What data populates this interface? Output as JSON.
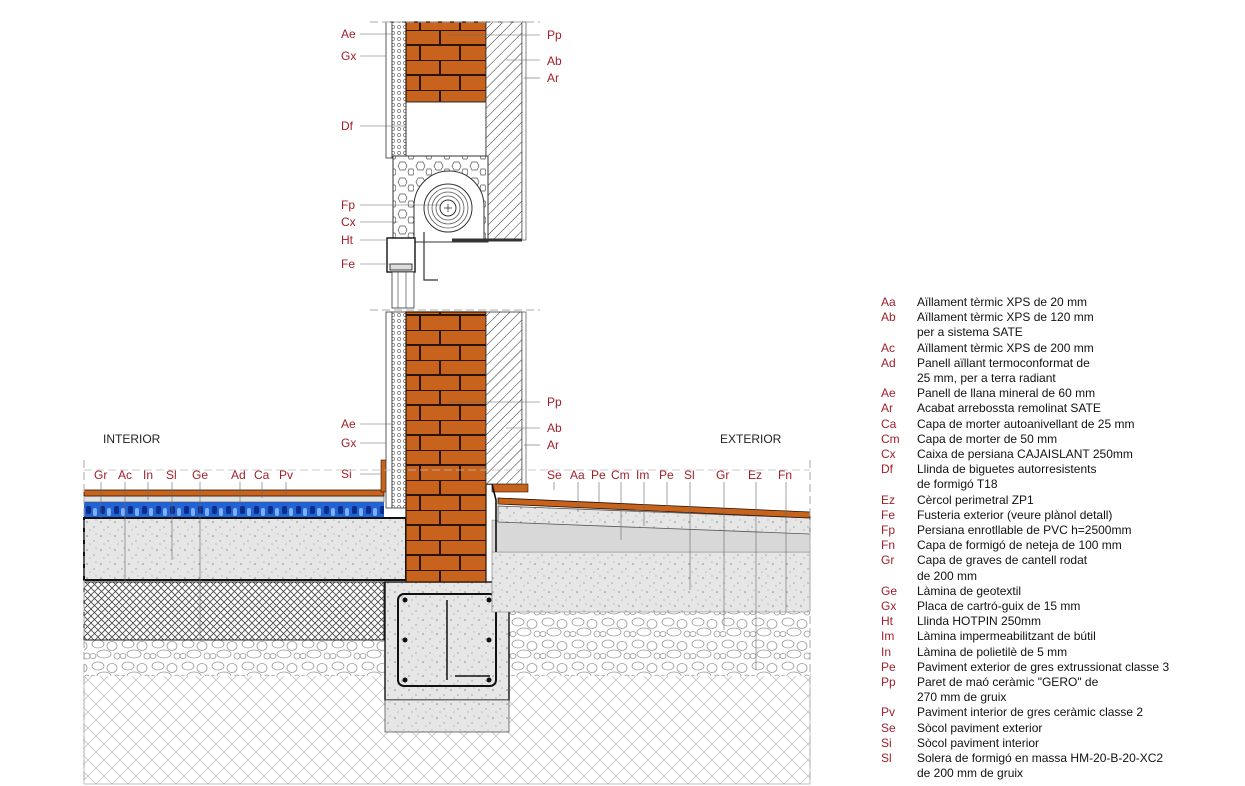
{
  "zones": {
    "interior": "INTERIOR",
    "exterior": "EXTERIOR"
  },
  "labels": {
    "upper_left": [
      "Ae",
      "Gx",
      "Df",
      "Fp",
      "Cx",
      "Ht",
      "Fe"
    ],
    "upper_right": [
      "Pp",
      "Ab",
      "Ar"
    ],
    "mid_left": [
      "Ae",
      "Gx",
      "Si"
    ],
    "mid_right": [
      "Pp",
      "Ab",
      "Ar"
    ],
    "floor_left": [
      "Gr",
      "Ac",
      "In",
      "Sl",
      "Ge",
      "Ad",
      "Ca",
      "Pv"
    ],
    "floor_right": [
      "Se",
      "Aa",
      "Pe",
      "Cm",
      "Im",
      "Pe",
      "Sl",
      "Gr",
      "Ez",
      "Fn"
    ]
  },
  "legend": [
    {
      "code": "Aa",
      "lines": [
        "Aïllament tèrmic XPS de 20 mm"
      ]
    },
    {
      "code": "Ab",
      "lines": [
        "Aïllament tèrmic XPS de 120 mm",
        "per a sistema SATE"
      ]
    },
    {
      "code": "Ac",
      "lines": [
        "Aïllament tèrmic XPS de 200 mm"
      ]
    },
    {
      "code": "Ad",
      "lines": [
        "Panell aïllant termoconformat de",
        "25 mm, per a terra radiant"
      ]
    },
    {
      "code": "Ae",
      "lines": [
        "Panell de llana mineral de 60 mm"
      ]
    },
    {
      "code": "Ar",
      "lines": [
        "Acabat arrebossta remolinat SATE"
      ]
    },
    {
      "code": "Ca",
      "lines": [
        "Capa de morter autoanivellant de 25 mm"
      ]
    },
    {
      "code": "Cm",
      "lines": [
        "Capa de morter de 50 mm"
      ]
    },
    {
      "code": "Cx",
      "lines": [
        "Caixa de persiana CAJAISLANT 250mm"
      ]
    },
    {
      "code": "Df",
      "lines": [
        "Llinda de biguetes autorresistents",
        "de formigó T18"
      ]
    },
    {
      "code": "Ez",
      "lines": [
        "Cèrcol perimetral ZP1"
      ]
    },
    {
      "code": "Fe",
      "lines": [
        "Fusteria exterior (veure plànol detall)"
      ]
    },
    {
      "code": "Fp",
      "lines": [
        "Persiana enrotllable de PVC h=2500mm"
      ]
    },
    {
      "code": "Fn",
      "lines": [
        "Capa de formigó de neteja de 100 mm"
      ]
    },
    {
      "code": "Gr",
      "lines": [
        "Capa de graves de cantell rodat",
        "de 200 mm"
      ]
    },
    {
      "code": "Ge",
      "lines": [
        "Làmina de geotextil"
      ]
    },
    {
      "code": "Gx",
      "lines": [
        "Placa de cartró-guix de 15 mm"
      ]
    },
    {
      "code": "Ht",
      "lines": [
        "Llinda HOTPIN 250mm"
      ]
    },
    {
      "code": "Im",
      "lines": [
        "Làmina impermeabilitzant de bútil"
      ]
    },
    {
      "code": "In",
      "lines": [
        "Làmina de polietilè de 5 mm"
      ]
    },
    {
      "code": "Pe",
      "lines": [
        "Paviment exterior de gres extrussionat classe 3"
      ]
    },
    {
      "code": "Pp",
      "lines": [
        "Paret de maó ceràmic \"GERO\" de",
        "270 mm de gruix"
      ]
    },
    {
      "code": "Pv",
      "lines": [
        "Paviment interior de gres ceràmic classe 2"
      ]
    },
    {
      "code": "Se",
      "lines": [
        "Sòcol paviment exterior"
      ]
    },
    {
      "code": "Si",
      "lines": [
        "Sòcol paviment interior"
      ]
    },
    {
      "code": "Sl",
      "lines": [
        "Solera de formigó en massa HM-20-B-20-XC2",
        "de 200 mm de gruix"
      ]
    }
  ],
  "colors": {
    "brick": "#c8631d",
    "label": "#a0202a",
    "insulation_blue": "#1f63d6",
    "concrete": "#e4e4e4"
  }
}
